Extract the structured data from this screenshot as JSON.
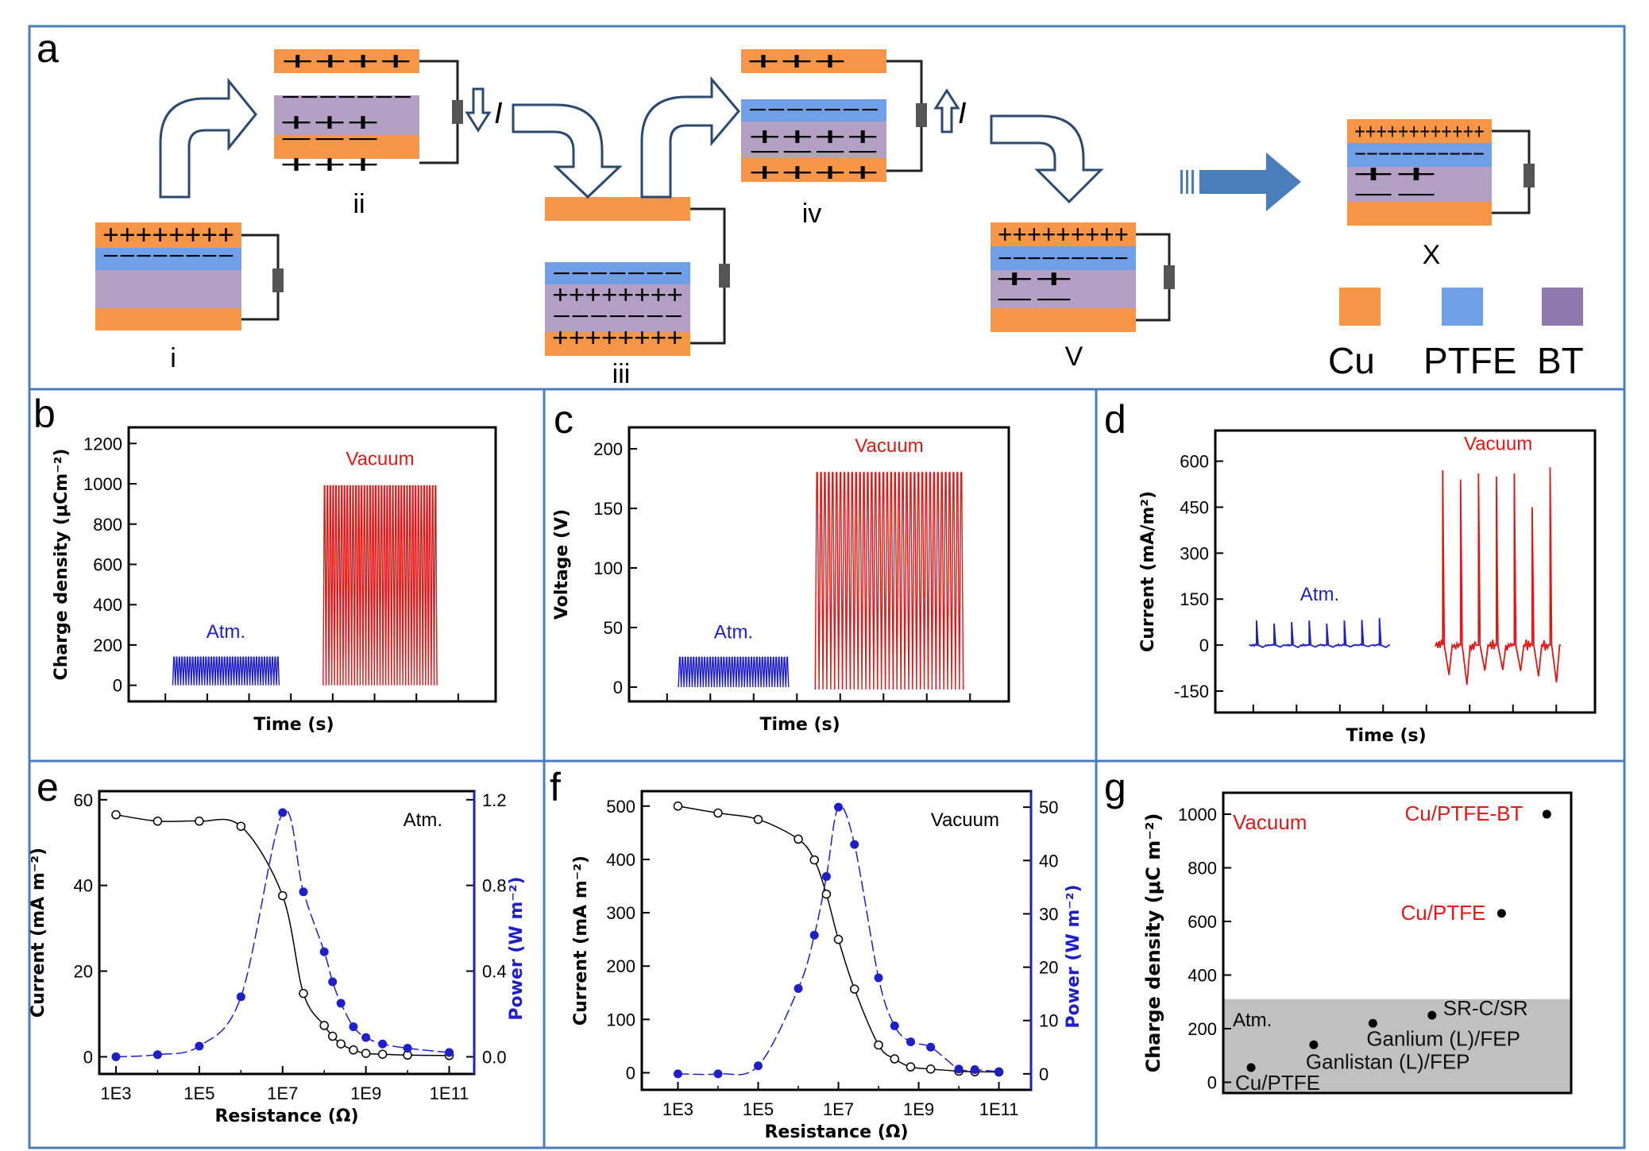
{
  "panel_letters": [
    "a",
    "b",
    "c",
    "d",
    "e",
    "f",
    "g"
  ],
  "panel_a": {
    "steps": [
      "i",
      "ii",
      "iii",
      "iv",
      "V",
      "X"
    ],
    "current_label": "I",
    "legend": [
      {
        "name": "Cu",
        "color": "#f79646"
      },
      {
        "name": "PTFE",
        "color": "#6f9fe6"
      },
      {
        "name": "BT",
        "color": "#8e79ad"
      }
    ],
    "colors": {
      "cu": "#f79646",
      "ptfe": "#6f9fe6",
      "bt": "#b3a0c4",
      "arrow": "#4a7ebb",
      "wire": "#222222",
      "load": "#555555"
    }
  },
  "chart_data": [
    {
      "panel": "b",
      "type": "line",
      "xlabel": "Time (s)",
      "ylabel": "Charge density (μCm⁻²)",
      "ylim": [
        -80,
        1280
      ],
      "yticks": [
        0,
        200,
        400,
        600,
        800,
        1000,
        1200
      ],
      "series": [
        {
          "name": "Atm.",
          "color": "#1f1fc8",
          "cycles": 40,
          "low": 0,
          "high": 140,
          "x_range": [
            0.12,
            0.41
          ]
        },
        {
          "name": "Vacuum",
          "color": "#e01818",
          "cycles": 40,
          "low": 0,
          "high": 990,
          "x_range": [
            0.53,
            0.84
          ]
        }
      ]
    },
    {
      "panel": "c",
      "type": "line",
      "xlabel": "Time (s)",
      "ylabel": "Voltage (V)",
      "ylim": [
        -12,
        218
      ],
      "yticks": [
        0,
        50,
        100,
        150,
        200
      ],
      "series": [
        {
          "name": "Atm.",
          "color": "#1f1fc8",
          "cycles": 40,
          "low": 0,
          "high": 25,
          "x_range": [
            0.13,
            0.42
          ]
        },
        {
          "name": "Vacuum",
          "color": "#e01818",
          "cycles": 38,
          "low": -2,
          "high": 180,
          "x_range": [
            0.49,
            0.88
          ]
        }
      ]
    },
    {
      "panel": "d",
      "type": "line",
      "xlabel": "Time (s)",
      "ylabel": "Current (mA/m²)",
      "ylim": [
        -220,
        700
      ],
      "yticks": [
        -150,
        0,
        150,
        300,
        450,
        600
      ],
      "series": [
        {
          "name": "Atm.",
          "color": "#1f1fc8",
          "spikes": [
            80,
            70,
            75,
            80,
            70,
            80,
            82,
            88
          ],
          "neg": -8,
          "x_range": [
            0.09,
            0.46
          ]
        },
        {
          "name": "Vacuum",
          "color": "#e01818",
          "spikes": [
            570,
            540,
            560,
            550,
            560,
            450,
            580
          ],
          "neg": -130,
          "x_range": [
            0.58,
            0.91
          ]
        }
      ]
    },
    {
      "panel": "e",
      "type": "scatter",
      "xlabel": "Resistance (Ω)",
      "ylabel": "Current (mA m⁻²)",
      "y2label": "Power (W m⁻²)",
      "annotation": "Atm.",
      "xlog": true,
      "xlim": [
        2.6,
        11.6
      ],
      "xticks": [
        "1E3",
        "1E5",
        "1E7",
        "1E9",
        "1E11"
      ],
      "ylim": [
        -4,
        62
      ],
      "yticks": [
        0,
        20,
        40,
        60
      ],
      "y2lim": [
        -0.08,
        1.24
      ],
      "y2ticks": [
        "0.0",
        "0.4",
        "0.8",
        "1.2"
      ],
      "current": [
        [
          3,
          56.5
        ],
        [
          4,
          55
        ],
        [
          5,
          55
        ],
        [
          6,
          53.8
        ],
        [
          7,
          37.6
        ],
        [
          7.5,
          14.8
        ],
        [
          8,
          7.3
        ],
        [
          8.2,
          4.8
        ],
        [
          8.4,
          3
        ],
        [
          8.7,
          1.6
        ],
        [
          9,
          0.8
        ],
        [
          9.4,
          0.6
        ],
        [
          10,
          0.4
        ],
        [
          11,
          0.3
        ]
      ],
      "power": [
        [
          3,
          0
        ],
        [
          4,
          0.01
        ],
        [
          5,
          0.05
        ],
        [
          6,
          0.28
        ],
        [
          7,
          1.14
        ],
        [
          7.5,
          0.77
        ],
        [
          8,
          0.49
        ],
        [
          8.2,
          0.35
        ],
        [
          8.4,
          0.25
        ],
        [
          8.7,
          0.14
        ],
        [
          9,
          0.09
        ],
        [
          9.4,
          0.06
        ],
        [
          10,
          0.04
        ],
        [
          11,
          0.02
        ]
      ]
    },
    {
      "panel": "f",
      "type": "scatter",
      "xlabel": "Resistance (Ω)",
      "ylabel": "Current (mA m⁻²)",
      "y2label": "Power (W m⁻²)",
      "annotation": "Vacuum",
      "xlog": true,
      "xlim": [
        2.1,
        11.8
      ],
      "xticks": [
        "1E3",
        "1E5",
        "1E7",
        "1E9",
        "1E11"
      ],
      "ylim": [
        -32,
        528
      ],
      "yticks": [
        0,
        100,
        200,
        300,
        400,
        500
      ],
      "y2lim": [
        -3,
        53
      ],
      "y2ticks": [
        "0",
        "10",
        "20",
        "30",
        "40",
        "50"
      ],
      "current": [
        [
          3,
          500
        ],
        [
          4,
          487
        ],
        [
          5,
          475
        ],
        [
          6,
          438
        ],
        [
          6.4,
          399
        ],
        [
          6.7,
          335
        ],
        [
          7,
          250
        ],
        [
          7.4,
          157
        ],
        [
          8,
          52
        ],
        [
          8.4,
          26
        ],
        [
          8.8,
          11
        ],
        [
          9.3,
          7
        ],
        [
          10,
          3
        ],
        [
          10.4,
          2
        ],
        [
          11,
          1.5
        ]
      ],
      "power": [
        [
          3,
          0
        ],
        [
          4,
          0
        ],
        [
          5,
          1.5
        ],
        [
          6,
          16
        ],
        [
          6.4,
          26
        ],
        [
          6.7,
          37
        ],
        [
          7,
          50
        ],
        [
          7.4,
          43
        ],
        [
          8,
          18
        ],
        [
          8.4,
          9
        ],
        [
          8.8,
          6
        ],
        [
          9.3,
          5
        ],
        [
          10,
          0.9
        ],
        [
          10.4,
          0.8
        ],
        [
          11,
          0.4
        ]
      ]
    },
    {
      "panel": "g",
      "type": "scatter",
      "ylabel": "Charge density (μC m⁻²)",
      "ylim": [
        -40,
        1080
      ],
      "yticks": [
        0,
        200,
        400,
        600,
        800,
        1000
      ],
      "xlim": [
        0,
        10
      ],
      "atm_top": 310,
      "region_labels": [
        "Vacuum",
        "Atm."
      ],
      "points": [
        {
          "label": "Cu/PTFE-BT",
          "x": 9.3,
          "y": 1000,
          "color": "#e01818"
        },
        {
          "label": "Cu/PTFE",
          "x": 8.0,
          "y": 630,
          "color": "#e01818"
        },
        {
          "label": "SR-C/SR",
          "x": 6.0,
          "y": 250,
          "color": "#111111"
        },
        {
          "label": "Ganlium (L)/FEP",
          "x": 4.3,
          "y": 220,
          "color": "#111111"
        },
        {
          "label": "Ganlistan (L)/FEP",
          "x": 2.6,
          "y": 140,
          "color": "#111111"
        },
        {
          "label": "Cu/PTFE",
          "x": 0.8,
          "y": 55,
          "color": "#111111"
        }
      ]
    }
  ]
}
